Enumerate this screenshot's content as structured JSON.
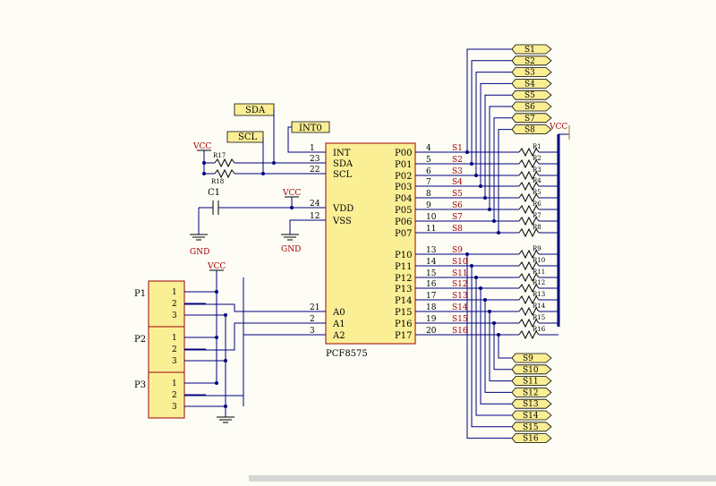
{
  "chip": {
    "name": "PCF8575",
    "left_pins": [
      {
        "num": "1",
        "name": "INT"
      },
      {
        "num": "23",
        "name": "SDA"
      },
      {
        "num": "22",
        "name": "SCL"
      },
      {
        "num": "24",
        "name": "VDD"
      },
      {
        "num": "12",
        "name": "VSS"
      },
      {
        "num": "21",
        "name": "A0"
      },
      {
        "num": "2",
        "name": "A1"
      },
      {
        "num": "3",
        "name": "A2"
      }
    ],
    "right_pins": [
      {
        "num": "4",
        "name": "P00",
        "net": "S1"
      },
      {
        "num": "5",
        "name": "P01",
        "net": "S2"
      },
      {
        "num": "6",
        "name": "P02",
        "net": "S3"
      },
      {
        "num": "7",
        "name": "P03",
        "net": "S4"
      },
      {
        "num": "8",
        "name": "P04",
        "net": "S5"
      },
      {
        "num": "9",
        "name": "P05",
        "net": "S6"
      },
      {
        "num": "10",
        "name": "P06",
        "net": "S7"
      },
      {
        "num": "11",
        "name": "P07",
        "net": "S8"
      },
      {
        "num": "13",
        "name": "P10",
        "net": "S9"
      },
      {
        "num": "14",
        "name": "P11",
        "net": "S10"
      },
      {
        "num": "15",
        "name": "P12",
        "net": "S11"
      },
      {
        "num": "16",
        "name": "P13",
        "net": "S12"
      },
      {
        "num": "17",
        "name": "P14",
        "net": "S13"
      },
      {
        "num": "18",
        "name": "P15",
        "net": "S14"
      },
      {
        "num": "19",
        "name": "P16",
        "net": "S15"
      },
      {
        "num": "20",
        "name": "P17",
        "net": "S16"
      }
    ]
  },
  "top_ports": [
    "S1",
    "S2",
    "S3",
    "S4",
    "S5",
    "S6",
    "S7",
    "S8"
  ],
  "bottom_ports": [
    "S9",
    "S10",
    "S11",
    "S12",
    "S13",
    "S14",
    "S15",
    "S16"
  ],
  "pullups": [
    "R1",
    "R2",
    "R3",
    "R4",
    "R5",
    "R6",
    "R7",
    "R8",
    "R9",
    "R10",
    "R11",
    "R12",
    "R13",
    "R14",
    "R15",
    "R16"
  ],
  "labels": {
    "sda_port": "SDA",
    "scl_port": "SCL",
    "int_port": "INT0",
    "vcc": "VCC",
    "gnd": "GND",
    "c1": "C1",
    "r17": "R17",
    "r18": "R18"
  },
  "headers": [
    {
      "name": "P1",
      "pins": [
        "1",
        "2",
        "3"
      ]
    },
    {
      "name": "P2",
      "pins": [
        "1",
        "2",
        "3"
      ]
    },
    {
      "name": "P3",
      "pins": [
        "1",
        "2",
        "3"
      ]
    }
  ]
}
